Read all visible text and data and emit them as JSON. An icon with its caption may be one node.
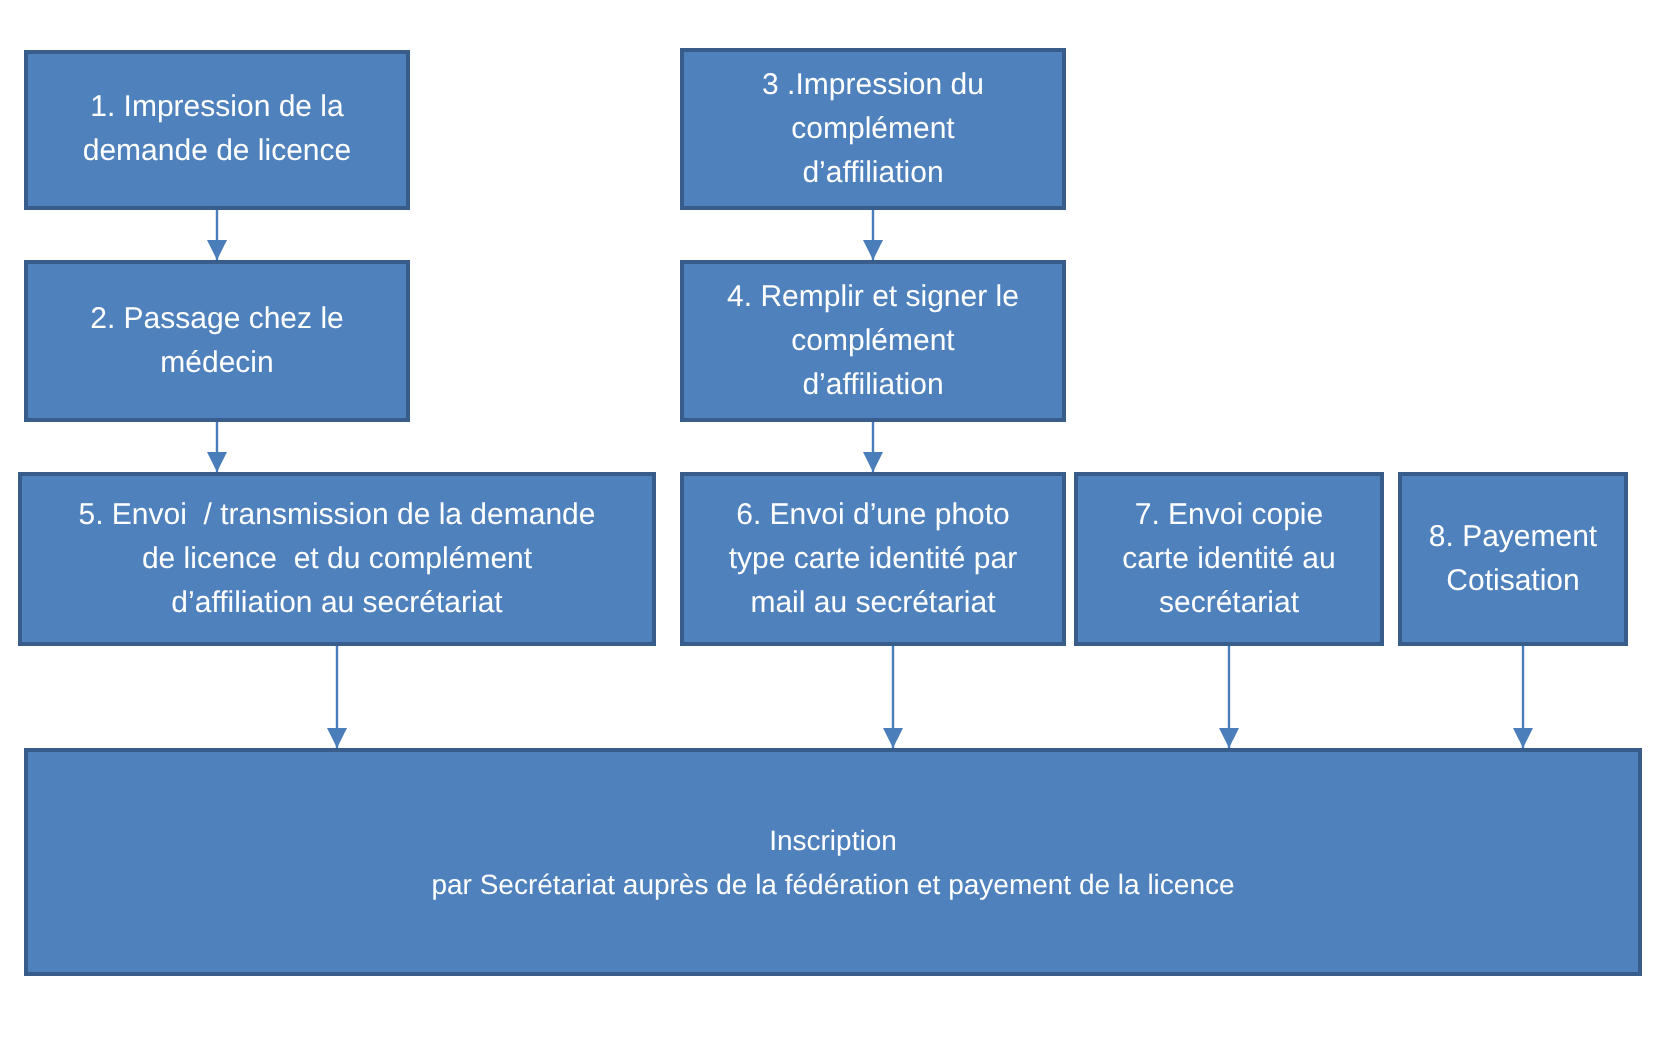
{
  "diagram": {
    "nodes": [
      {
        "text": [
          "1. Impression de la demande de licence"
        ]
      },
      {
        "text": [
          "3 .Impression du complément d’affiliation"
        ]
      },
      {
        "text": [
          "2. Passage chez le médecin"
        ]
      },
      {
        "text": [
          "4. Remplir et signer le complément d’affiliation"
        ]
      },
      {
        "text": [
          "5. Envoi  / transmission de la demande de licence  et du complément d’affiliation au secrétariat"
        ]
      },
      {
        "text": [
          "6. Envoi d’une photo type carte identité par mail au secrétariat"
        ]
      },
      {
        "text": [
          "7. Envoi copie carte identité au secrétariat"
        ]
      },
      {
        "text": [
          "8. Payement Cotisation"
        ]
      },
      {
        "text": [
          "Inscription",
          "par Secrétariat auprès de la fédération et payement de la licence"
        ]
      }
    ],
    "edges": [
      {
        "from": 0,
        "to": 2,
        "arrow": "to"
      },
      {
        "from": 1,
        "to": 3,
        "arrow": "to"
      },
      {
        "from": 2,
        "to": 4,
        "arrow": "to"
      },
      {
        "from": 3,
        "to": 5,
        "arrow": "to"
      },
      {
        "from": 4,
        "to": 8,
        "arrow": "to"
      },
      {
        "from": 5,
        "to": 8,
        "arrow": "to"
      },
      {
        "from": 6,
        "to": 8,
        "arrow": "to"
      },
      {
        "from": 7,
        "to": 8,
        "arrow": "to"
      }
    ]
  }
}
